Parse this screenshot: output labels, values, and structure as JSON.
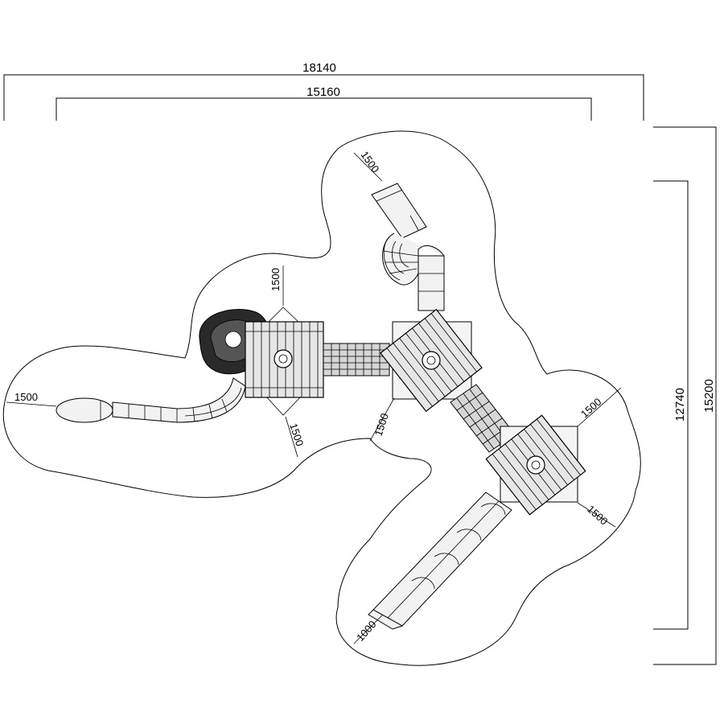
{
  "drawing": {
    "overall_width": "18140",
    "inner_width": "15160",
    "overall_height": "15200",
    "inner_height": "12740",
    "safety_zones": {
      "top_slide": "1500",
      "tower_left_top": "1500",
      "tower_left_bottom": "1500",
      "left_tunnel_end": "1500",
      "bridge_gap": "1500",
      "tower_right_top": "1500",
      "tower_right_bottom": "1500",
      "bottom_slide_exit": "1000"
    }
  }
}
